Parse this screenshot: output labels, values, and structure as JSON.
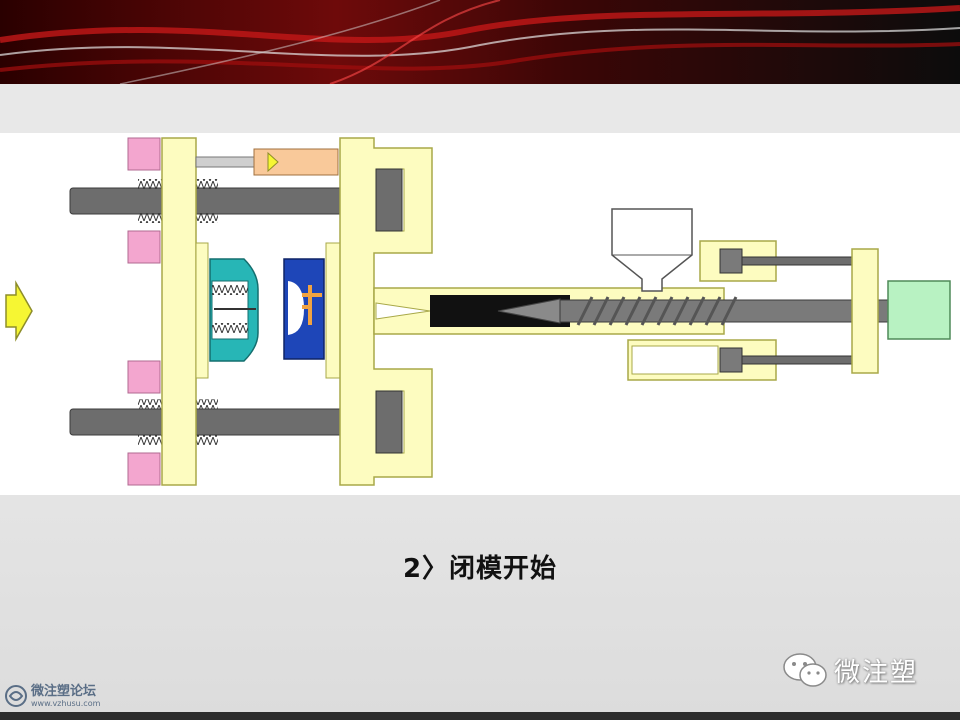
{
  "caption": "2〉闭模开始",
  "watermark_right": {
    "text": "微注塑",
    "icon": "wechat-icon"
  },
  "watermark_left": {
    "name": "微注塑论坛",
    "url": "www.vzhusu.com",
    "icon": "forum-logo-icon"
  },
  "colors": {
    "frame_yellow": "#fdfcc0",
    "frame_outline": "#a8a848",
    "rod_gray": "#6d6d6d",
    "nut_pink": "#f3a6cf",
    "mold_teal": "#27b6b6",
    "mold_blue": "#1e46b8",
    "hopper_white": "#ffffff",
    "motor_green": "#b8f2c2",
    "arrow_yellow": "#f6f633",
    "cylinder_peach": "#f9c99a"
  }
}
